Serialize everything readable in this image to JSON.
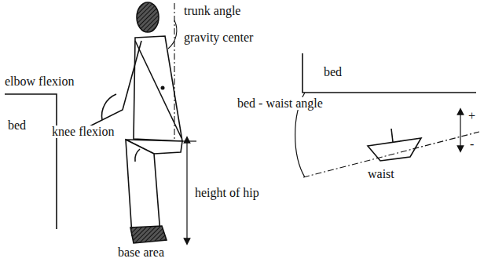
{
  "diagram": {
    "labels": [
      "elbow flexion",
      "trunk angle",
      "gravity center",
      "knee flexion",
      "height of hip",
      "base area",
      "bed",
      "bed",
      "bed - waist angle",
      "waist",
      "+",
      "-"
    ]
  }
}
